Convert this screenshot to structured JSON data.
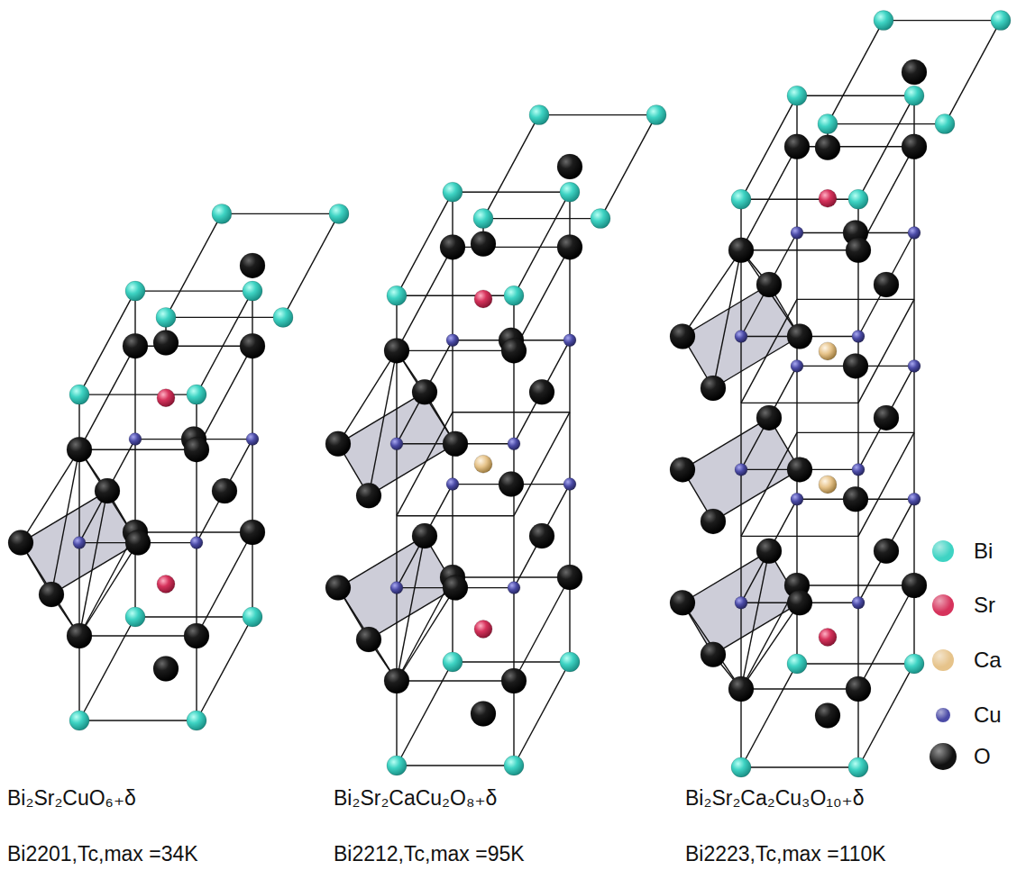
{
  "diagram": {
    "labels": [
      "Bi₂Sr₂CuO₆₊δ",
      "Bi2201,Tc,max =34K",
      "Bi₂Sr₂CaCu₂O₈₊δ",
      "Bi2212,Tc,max =95K",
      "Bi₂Sr₂Ca₂Cu₃O₁₀₊δ",
      "Bi2223,Tc,max =110K"
    ],
    "legend": [
      {
        "text": "Bi",
        "color": "#3ed3c3"
      },
      {
        "text": "Sr",
        "color": "#d6335c"
      },
      {
        "text": "Ca",
        "color": "#e6c38a"
      },
      {
        "text": "Cu",
        "color": "#4b4ba6"
      },
      {
        "text": "O",
        "color": "#111111"
      }
    ]
  }
}
